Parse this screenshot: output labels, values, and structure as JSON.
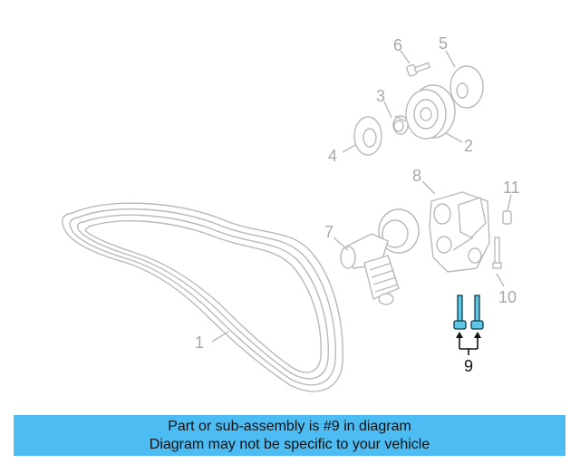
{
  "callouts": {
    "c1": "1",
    "c2": "2",
    "c3": "3",
    "c4": "4",
    "c5": "5",
    "c6": "6",
    "c7": "7",
    "c8": "8",
    "c9": "9",
    "c10": "10",
    "c11": "11"
  },
  "highlight_color": "#4dbcf2",
  "caption": {
    "line1": "Part or sub-assembly is #9 in diagram",
    "line2": "Diagram may not be specific to your vehicle"
  }
}
